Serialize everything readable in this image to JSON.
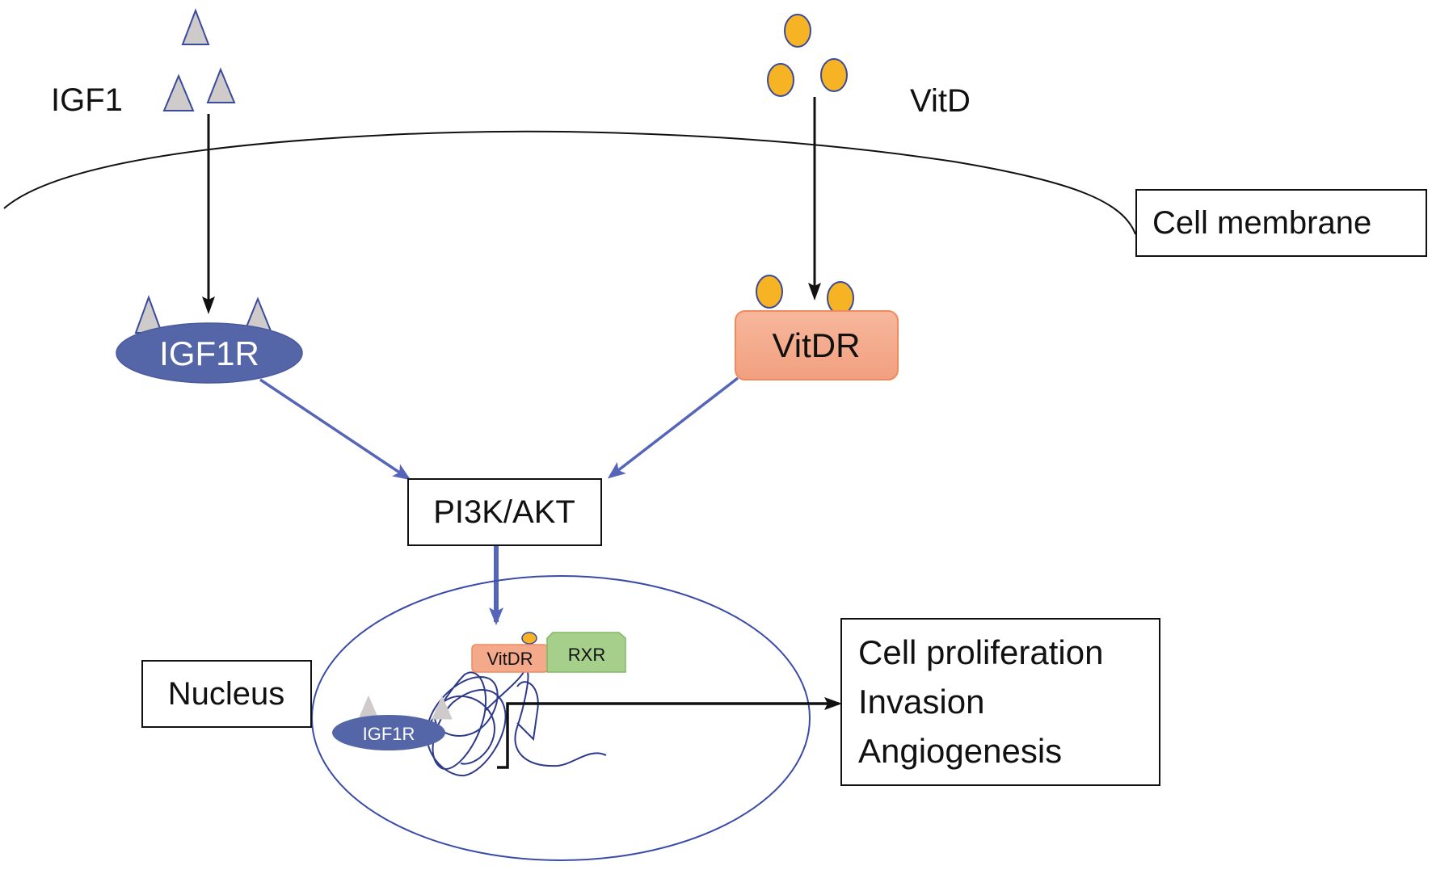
{
  "labels": {
    "igf1": "IGF1",
    "vitd": "VitD",
    "cell_membrane": "Cell membrane",
    "igf1r": "IGF1R",
    "vitdr": "VitDR",
    "pi3k_akt": "PI3K/AKT",
    "nucleus": "Nucleus",
    "nuclear_vitdr": "VitDR",
    "nuclear_rxr": "RXR",
    "nuclear_igf1r": "IGF1R"
  },
  "outcomes": [
    "Cell proliferation",
    "Invasion",
    "Angiogenesis"
  ],
  "colors": {
    "igf1r_fill": "#5566a8",
    "triangle_fill": "#cfcbcb",
    "triangle_stroke": "#3b4b9c",
    "vitd_fill": "#f6b324",
    "vitd_stroke": "#3b4b9c",
    "vitdr_fill": "#f4a98a",
    "vitdr_stroke": "#f08a5c",
    "rxr_fill": "#a6cf8c",
    "rxr_stroke": "#80b866",
    "pathway_arrow": "#5566b8",
    "nucleus_stroke": "#3b4ba8",
    "dna_stroke": "#2e3a8a",
    "text": "#111111"
  },
  "connections": [
    {
      "from": "IGF1",
      "to": "IGF1R",
      "style": "black-arrow"
    },
    {
      "from": "VitD",
      "to": "VitDR",
      "style": "black-arrow"
    },
    {
      "from": "IGF1R",
      "to": "PI3K/AKT",
      "style": "blue-arrow"
    },
    {
      "from": "VitDR",
      "to": "PI3K/AKT",
      "style": "blue-arrow"
    },
    {
      "from": "PI3K/AKT",
      "to": "Nucleus",
      "style": "blue-arrow"
    },
    {
      "from": "Nucleus promoter",
      "to": "Outcomes",
      "style": "black-arrow"
    }
  ]
}
